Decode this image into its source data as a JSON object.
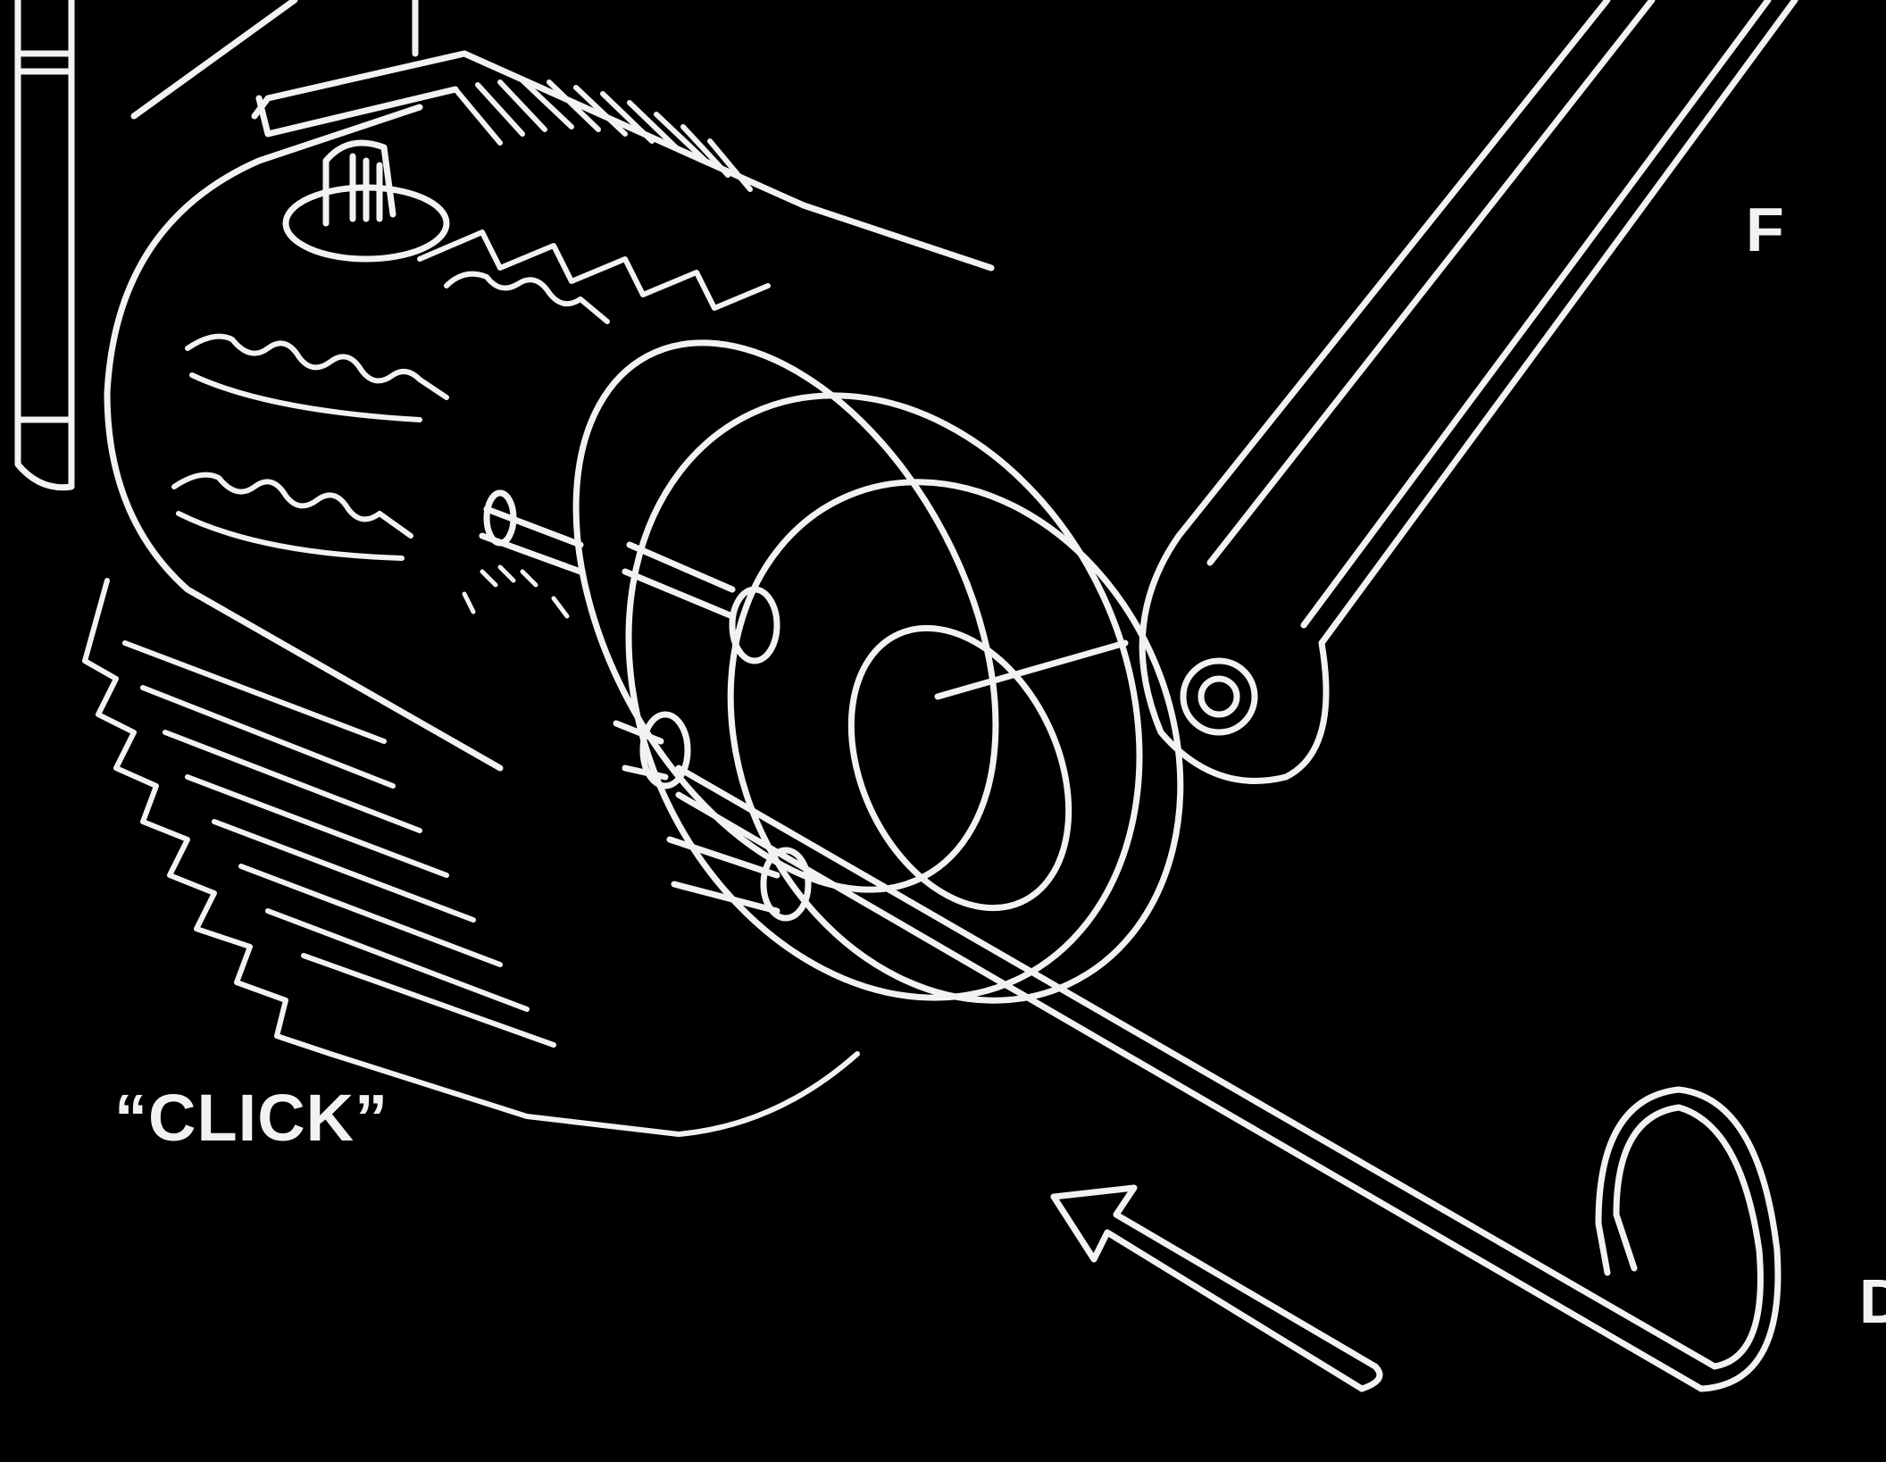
{
  "labels": {
    "f": "F",
    "click": "“CLICK”",
    "d": "D"
  },
  "colors": {
    "background": "#000000",
    "line": "#f2f2f2"
  }
}
